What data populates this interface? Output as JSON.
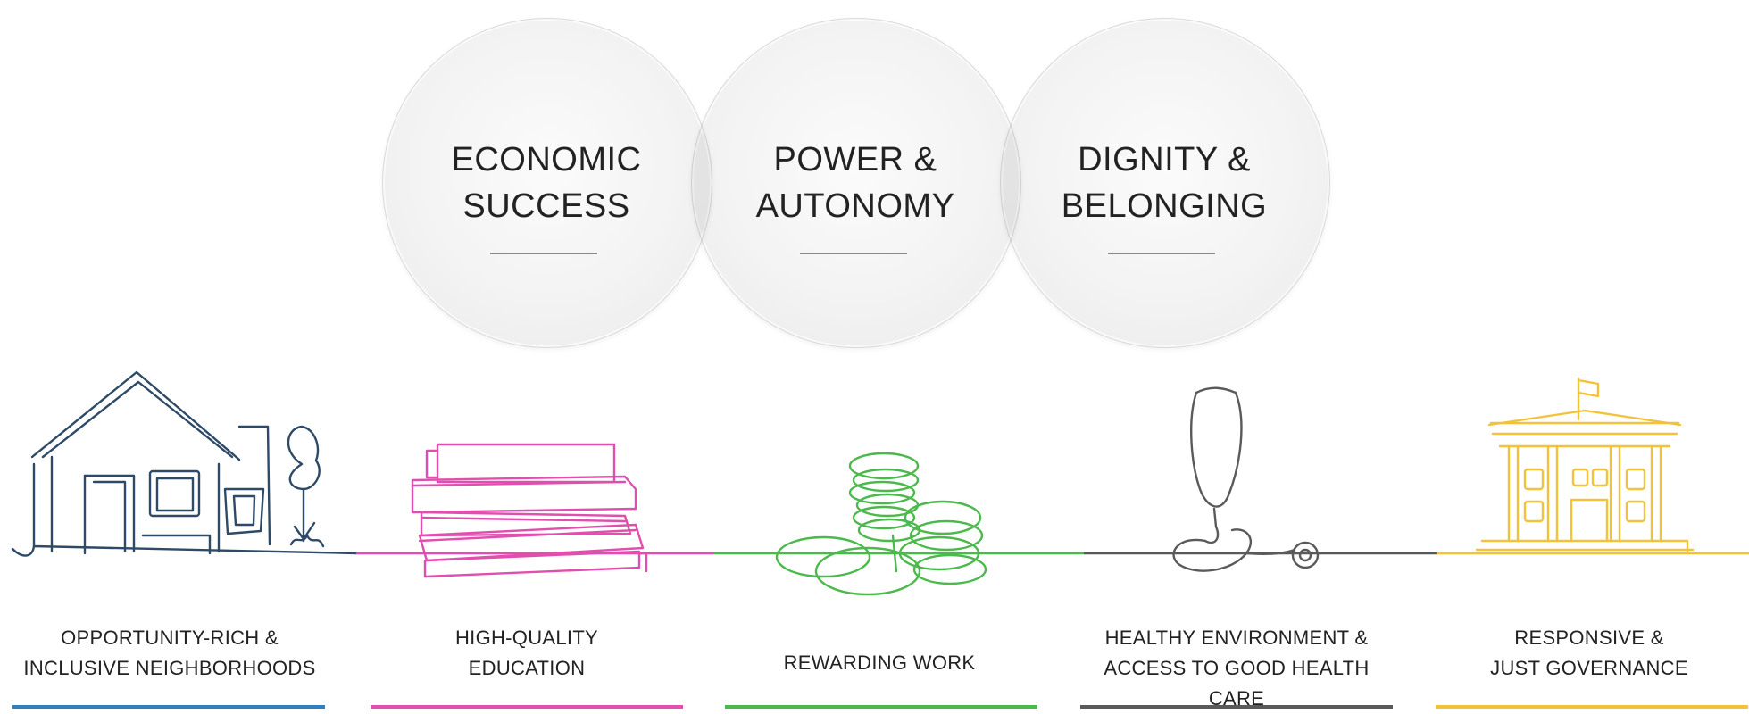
{
  "outcomes": [
    {
      "title": "ECONOMIC\nSUCCESS"
    },
    {
      "title": "POWER &\nAUTONOMY"
    },
    {
      "title": "DIGNITY &\nBELONGING"
    }
  ],
  "pillars": [
    {
      "label": "OPPORTUNITY-RICH &\nINCLUSIVE NEIGHBORHOODS",
      "icon": "house-icon",
      "color": "#2e4a66",
      "underline_color": "#2f7fc1"
    },
    {
      "label": "HIGH-QUALITY\nEDUCATION",
      "icon": "books-icon",
      "color": "#e14fae",
      "underline_color": "#e14fae"
    },
    {
      "label": "REWARDING WORK",
      "icon": "coins-icon",
      "color": "#4cb94c",
      "underline_color": "#4cb94c"
    },
    {
      "label": "HEALTHY ENVIRONMENT &\nACCESS TO GOOD HEALTH CARE",
      "icon": "stethoscope-icon",
      "color": "#5a5a5a",
      "underline_color": "#5a5a5a"
    },
    {
      "label": "RESPONSIVE &\nJUST GOVERNANCE",
      "icon": "government-building-icon",
      "color": "#f2c23a",
      "underline_color": "#f2c23a"
    }
  ]
}
